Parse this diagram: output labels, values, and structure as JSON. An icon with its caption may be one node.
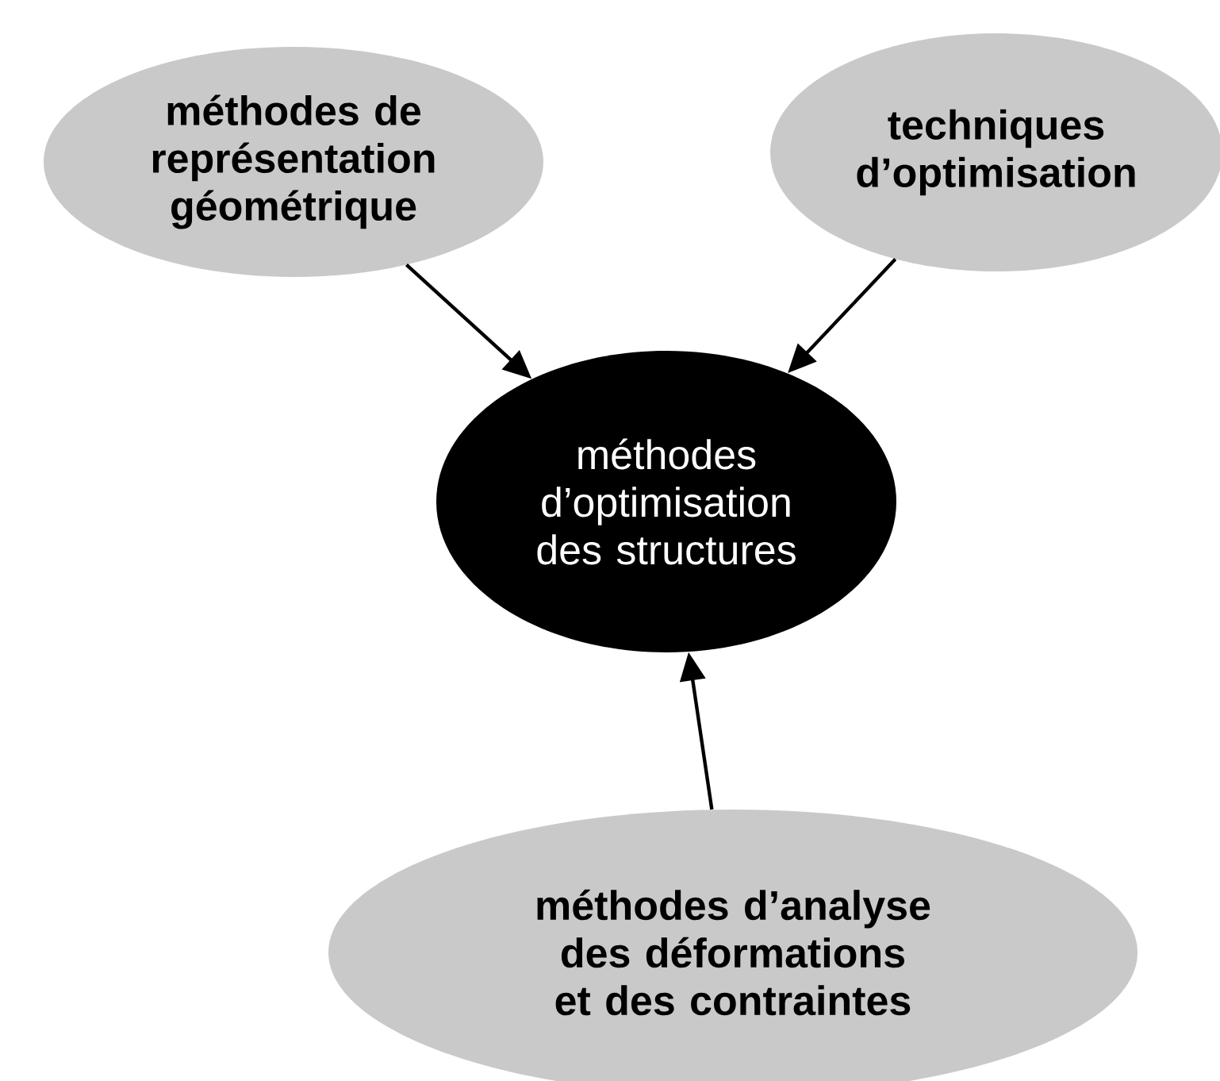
{
  "diagram": {
    "nodes": [
      {
        "text": [
          "méthodes de représentation géométrique"
        ]
      },
      {
        "text": [
          "techniques d’optimisation"
        ]
      },
      {
        "text": [
          "méthodes d’optimisation des structures"
        ]
      },
      {
        "text": [
          "méthodes d’analyse des déformations et des contraintes"
        ]
      }
    ],
    "edges": [
      {
        "from": 0,
        "to": 2,
        "arrow": "to"
      },
      {
        "from": 1,
        "to": 2,
        "arrow": "to"
      },
      {
        "from": 3,
        "to": 2,
        "arrow": "to"
      }
    ]
  }
}
